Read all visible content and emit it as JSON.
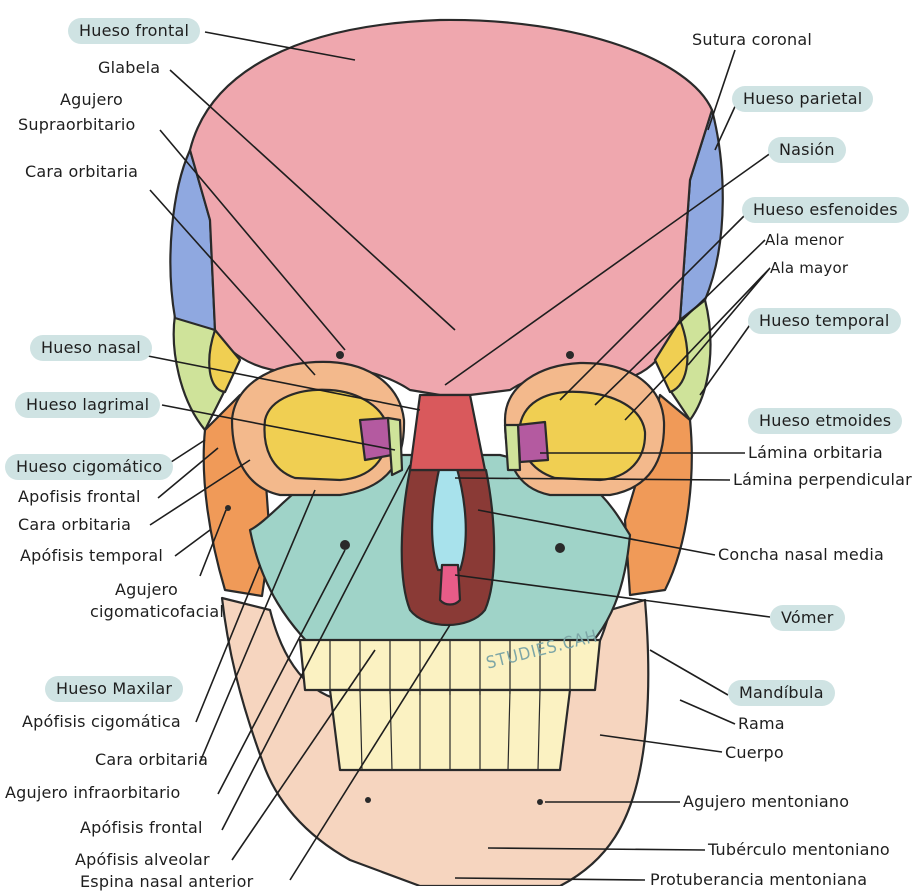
{
  "labels": {
    "hueso_frontal": "Hueso frontal",
    "glabela": "Glabela",
    "agujero_supra_1": "Agujero",
    "agujero_supra_2": "Supraorbitario",
    "cara_orbitaria_top": "Cara orbitaria",
    "hueso_nasal": "Hueso nasal",
    "hueso_lagrimal": "Hueso lagrimal",
    "hueso_cigomatico": "Hueso cigomático",
    "apofisis_frontal_cig": "Apofisis frontal",
    "cara_orbitaria_cig": "Cara orbitaria",
    "apofisis_temporal": "Apófisis temporal",
    "agujero_cig_1": "Agujero",
    "agujero_cig_2": "cigomaticofacial",
    "hueso_maxilar": "Hueso Maxilar",
    "apofisis_cigomatica": "Apófisis cigomática",
    "cara_orbitaria_max": "Cara orbitaria",
    "agujero_infraorbitario": "Agujero infraorbitario",
    "apofisis_frontal_max": "Apófisis frontal",
    "apofisis_alveolar": "Apófisis alveolar",
    "espina_nasal": "Espina nasal anterior",
    "sutura_coronal": "Sutura coronal",
    "hueso_parietal": "Hueso parietal",
    "nasion": "Nasión",
    "hueso_esfenoides": "Hueso esfenoides",
    "ala_menor": "Ala menor",
    "ala_mayor": "Ala mayor",
    "hueso_temporal": "Hueso temporal",
    "hueso_etmoides": "Hueso etmoides",
    "lamina_orbitaria": "Lámina orbitaria",
    "lamina_perpendicular": "Lámina perpendicular",
    "concha_nasal_media": "Concha nasal media",
    "vomer": "Vómer",
    "mandibula": "Mandíbula",
    "rama": "Rama",
    "cuerpo": "Cuerpo",
    "agujero_mentoniano": "Agujero mentoniano",
    "tuberculo_mentoniano": "Tubérculo mentoniano",
    "protuberancia_mentoniana": "Protuberancia mentoniana"
  },
  "watermark": "STUDIES.CAH",
  "colors": {
    "frontal": "#efa7ae",
    "parietal": "#8fa8e0",
    "temporal": "#cfe39a",
    "sphenoid": "#f0cf52",
    "zygomatic": "#f09a58",
    "maxilla": "#9fd3c8",
    "mandible": "#f6d5bf",
    "nasal_cavity": "#8a3a36",
    "nasal_bone": "#d9595c",
    "ethmoid": "#b45aa0",
    "vomer": "#e85c88",
    "septum": "#a8e2ec",
    "label_pill": "#cfe3e3"
  }
}
